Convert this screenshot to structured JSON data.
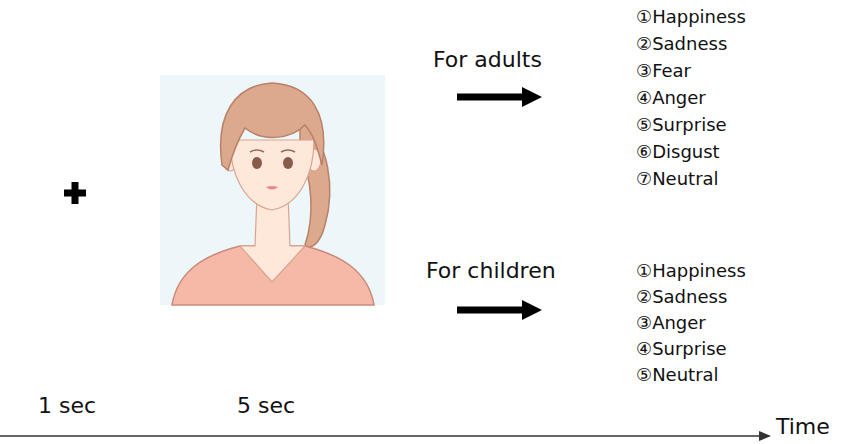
{
  "diagram": {
    "labels": [
      "For adults",
      "①Happiness",
      "②Sadness",
      "③Fear",
      "④Anger",
      "⑤Surprise",
      "⑥Disgust",
      "⑦Neutral",
      "For children",
      "①Happiness",
      "②Sadness",
      "③Anger",
      "④Surprise",
      "⑤Neutral",
      "1 sec",
      "5 sec",
      "Time"
    ]
  }
}
